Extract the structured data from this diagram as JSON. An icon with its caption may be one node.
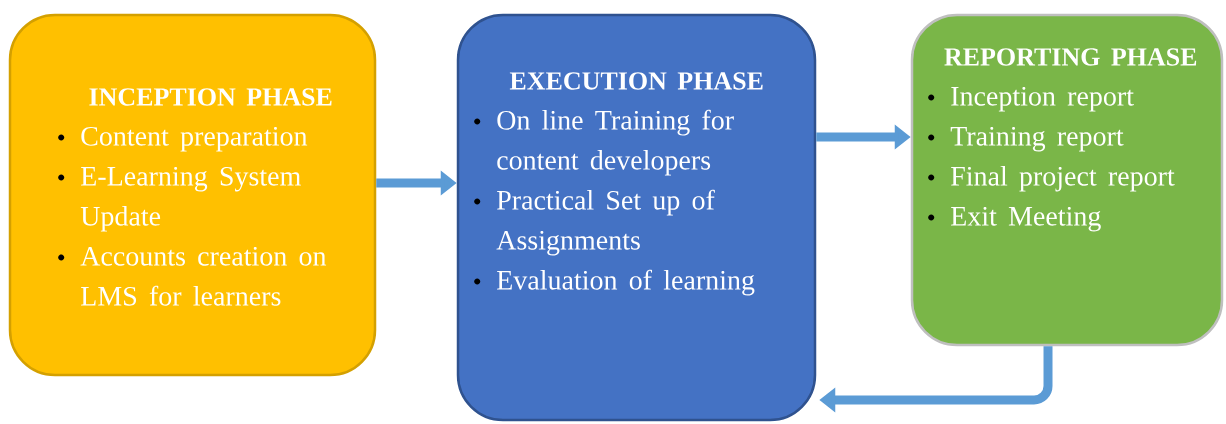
{
  "diagram": {
    "nodes": [
      {
        "text": [
          "INCEPTION PHASE",
          "Content preparation",
          "E-Learning System Update",
          "Accounts creation on LMS for learners"
        ]
      },
      {
        "text": [
          "EXECUTION PHASE",
          "On line Training for content developers",
          "Practical Set up of Assignments",
          "Evaluation of learning"
        ]
      },
      {
        "text": [
          "REPORTING PHASE",
          "Inception report",
          "Training report",
          "Final project report",
          "Exit Meeting"
        ]
      }
    ],
    "edges": [
      {
        "from": 0,
        "to": 1,
        "arrow": "to"
      },
      {
        "from": 1,
        "to": 2,
        "arrow": "to"
      },
      {
        "from": 2,
        "to": 1,
        "arrow": "to"
      }
    ]
  }
}
